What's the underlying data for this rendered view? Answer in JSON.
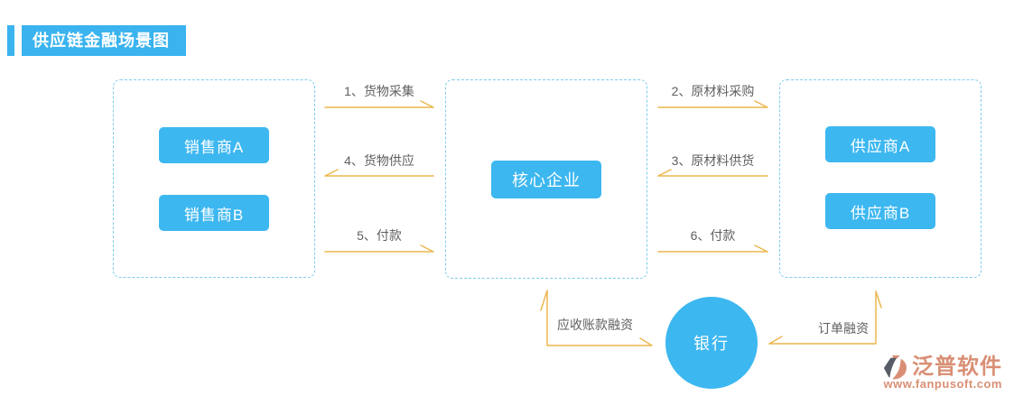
{
  "title": "供应链金融场景图",
  "boxes": {
    "left": {
      "buttons": [
        "销售商A",
        "销售商B"
      ]
    },
    "center": {
      "buttons": [
        "核心企业"
      ]
    },
    "right": {
      "buttons": [
        "供应商A",
        "供应商B"
      ]
    }
  },
  "flows": {
    "f1": "1、货物采集",
    "f2": "2、原材料采购",
    "f3": "3、原材料供货",
    "f4": "4、货物供应",
    "f5": "5、付款",
    "f6": "6、付款",
    "receivable_financing": "应收账款融资",
    "order_financing": "订单融资"
  },
  "bank": {
    "label": "银行"
  },
  "logo": {
    "name": "泛普软件",
    "url": "www.fanpusoft.com"
  },
  "colors": {
    "primary_blue": "#3ab3ee",
    "node_blue": "#3db7f0",
    "dashed_border": "#7fccf0",
    "arrow_gold": "#ecb74f",
    "label_gray": "#5f5f5f",
    "logo_salmon": "#d98f75",
    "logo_dark": "#575c66"
  }
}
